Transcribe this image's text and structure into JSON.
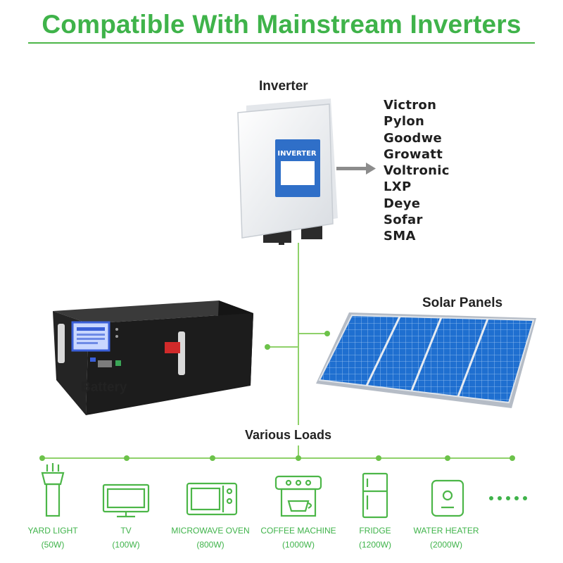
{
  "title": "Compatible With Mainstream Inverters",
  "inverter": {
    "label": "Inverter",
    "device_text": "INVERTER",
    "brands": [
      "Victron",
      "Pylon",
      "Goodwe",
      "Growatt",
      "Voltronic",
      "LXP",
      "Deye",
      "Sofar",
      "SMA"
    ]
  },
  "solar_label": "Solar Panels",
  "battery_label": "Battery",
  "loads": {
    "label": "Various Loads",
    "items": [
      {
        "name": "YARD LIGHT",
        "watt": "(50W)",
        "icon": "yard-light-icon"
      },
      {
        "name": "TV",
        "watt": "(100W)",
        "icon": "tv-icon"
      },
      {
        "name": "MICROWAVE OVEN",
        "watt": "(800W)",
        "icon": "microwave-icon"
      },
      {
        "name": "COFFEE MACHINE",
        "watt": "(1000W)",
        "icon": "coffee-machine-icon"
      },
      {
        "name": "FRIDGE",
        "watt": "(1200W)",
        "icon": "fridge-icon"
      },
      {
        "name": "WATER HEATER",
        "watt": "(2000W)",
        "icon": "water-heater-icon"
      }
    ]
  },
  "colors": {
    "accent_green": "#3fb34a",
    "panel_blue": "#1f6fd0",
    "battery_black": "#1a1a1a"
  }
}
